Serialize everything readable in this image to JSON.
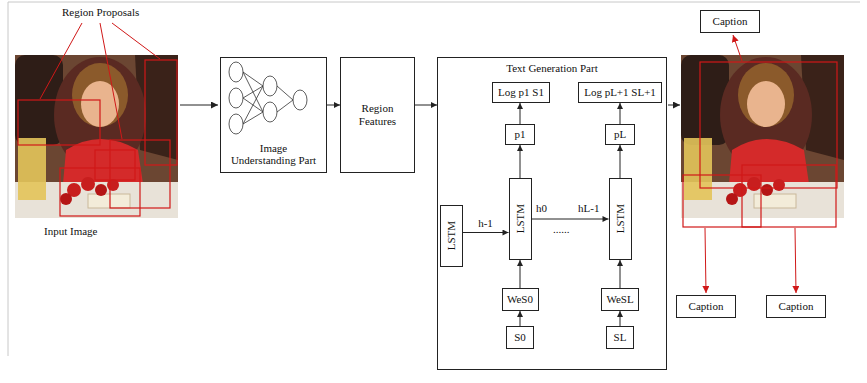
{
  "diagram": {
    "nodes": [
      {
        "text": [
          "Image Understanding Part"
        ]
      },
      {
        "text": [
          "Region Features"
        ]
      },
      {
        "text": [
          "Text Generation Part"
        ]
      },
      {
        "text": [
          "Log p1 S1"
        ],
        "in": 2
      },
      {
        "text": [
          "Log pL+1 SL+1"
        ],
        "in": 2
      },
      {
        "text": [
          "p1"
        ],
        "in": 2
      },
      {
        "text": [
          "pL"
        ],
        "in": 2
      },
      {
        "text": [
          "LSTM"
        ],
        "in": 2
      },
      {
        "text": [
          "LSTM"
        ],
        "in": 2
      },
      {
        "text": [
          "LSTM"
        ],
        "in": 2
      },
      {
        "text": [
          "WeS0"
        ],
        "in": 2
      },
      {
        "text": [
          "WeSL"
        ],
        "in": 2
      },
      {
        "text": [
          "S0"
        ],
        "in": 2
      },
      {
        "text": [
          "SL"
        ],
        "in": 2
      },
      {
        "text": [
          "Caption"
        ]
      },
      {
        "text": [
          "Caption"
        ]
      },
      {
        "text": [
          "Caption"
        ]
      }
    ],
    "edges": [
      {
        "from": 0,
        "to": 1,
        "arrow": "to"
      },
      {
        "from": 1,
        "to": 2,
        "arrow": "to"
      },
      {
        "from": 7,
        "to": 8,
        "arrow": "to",
        "label": "h-1"
      },
      {
        "from": 8,
        "to": 9,
        "arrow": "to"
      },
      {
        "from": 12,
        "to": 10,
        "arrow": "to"
      },
      {
        "from": 10,
        "to": 8,
        "arrow": "to"
      },
      {
        "from": 8,
        "to": 5,
        "arrow": "to"
      },
      {
        "from": 5,
        "to": 3,
        "arrow": "to"
      },
      {
        "from": 13,
        "to": 11,
        "arrow": "to"
      },
      {
        "from": 11,
        "to": 9,
        "arrow": "to"
      },
      {
        "from": 9,
        "to": 6,
        "arrow": "to"
      },
      {
        "from": 6,
        "to": 4,
        "arrow": "to"
      }
    ],
    "labels": [
      "Region Proposals",
      "Input Image",
      "h0",
      "......",
      "hL-1"
    ]
  }
}
